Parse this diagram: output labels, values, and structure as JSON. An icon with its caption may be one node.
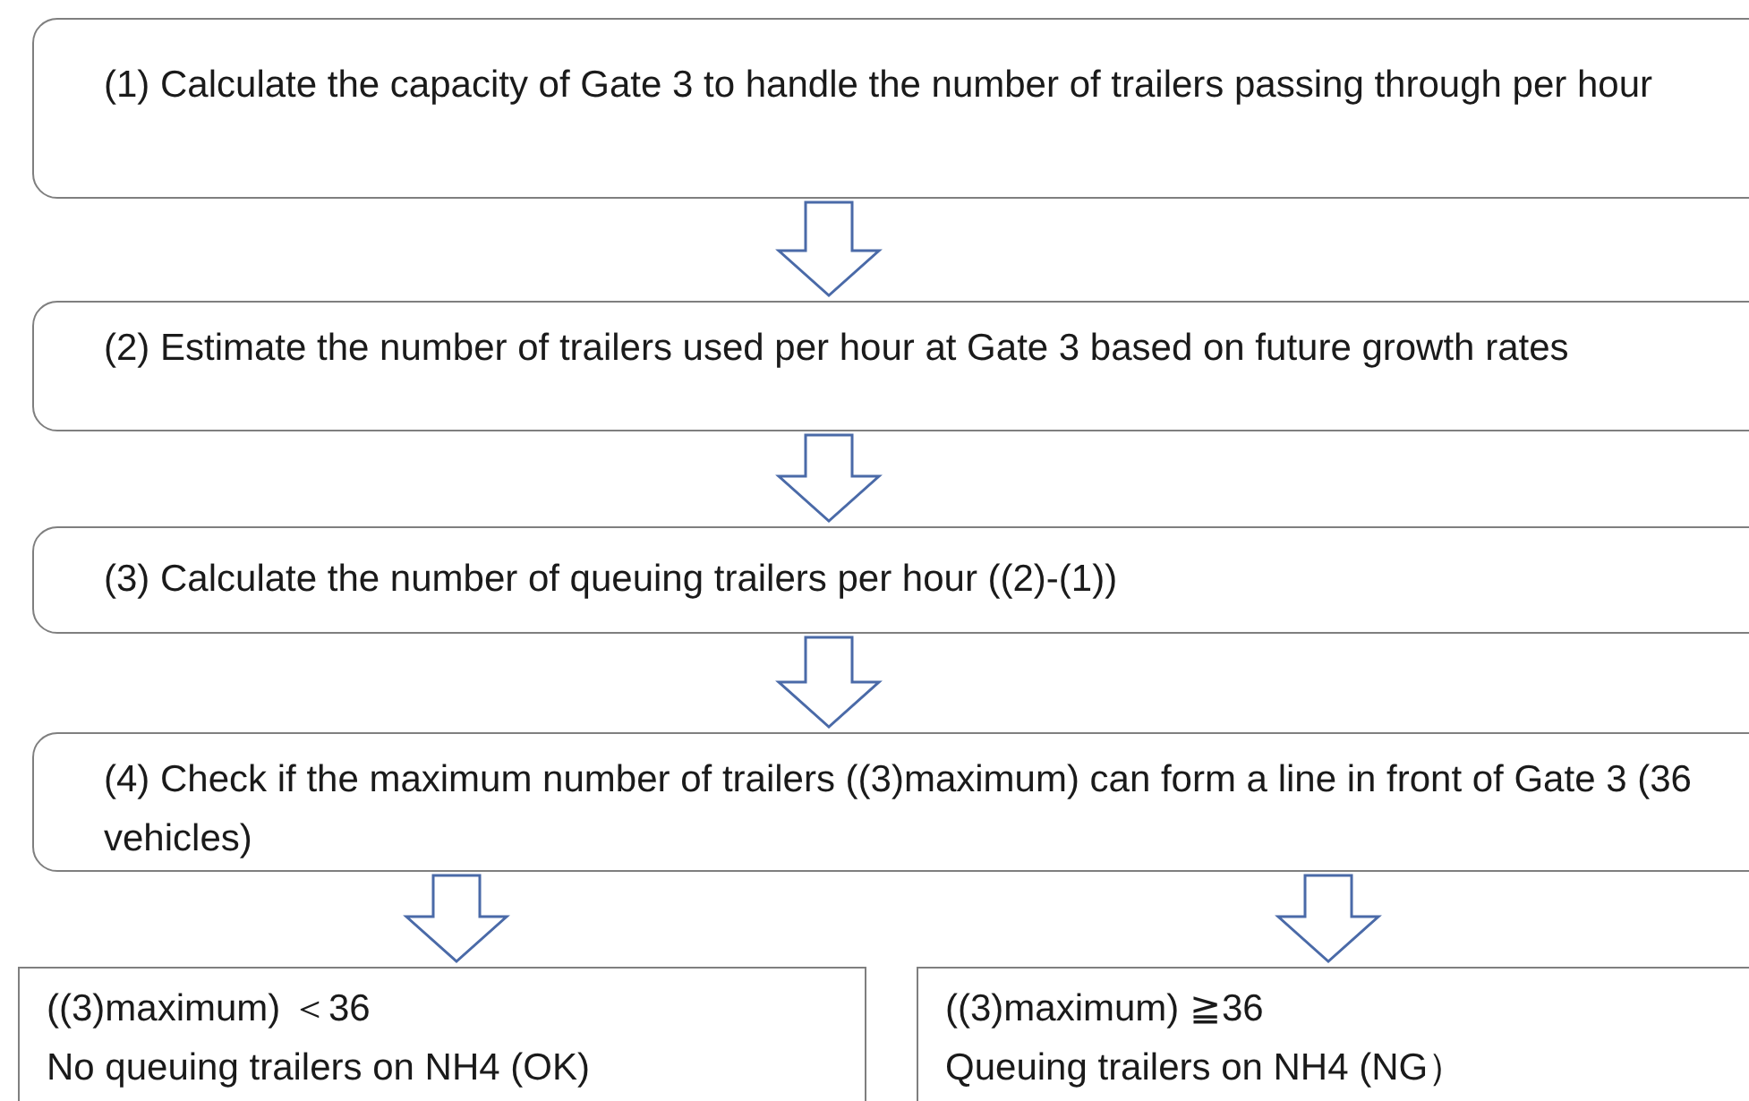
{
  "diagram": {
    "nodes": [
      {
        "text": [
          "(1) Calculate the capacity of Gate 3 to handle the number of trailers passing through per hour"
        ]
      },
      {
        "text": [
          "(2) Estimate the number of trailers used per hour at Gate 3 based on future growth rates"
        ]
      },
      {
        "text": [
          "(3) Calculate the number of queuing trailers per hour ((2)-(1))"
        ]
      },
      {
        "text": [
          "(4) Check if the maximum number of trailers ((3)maximum) can form a line in front of Gate 3 (36 vehicles)"
        ]
      },
      {
        "text": [
          "((3)maximum) ＜36",
          "No queuing trailers on NH4 (OK)"
        ]
      },
      {
        "text": [
          "((3)maximum) ≧36",
          "Queuing trailers on NH4 (NG）"
        ]
      }
    ],
    "edges": [
      {
        "from": 0,
        "to": 1,
        "arrow": "to"
      },
      {
        "from": 1,
        "to": 2,
        "arrow": "to"
      },
      {
        "from": 2,
        "to": 3,
        "arrow": "to"
      },
      {
        "from": 3,
        "to": 4,
        "arrow": "to"
      },
      {
        "from": 3,
        "to": 5,
        "arrow": "to"
      }
    ]
  }
}
